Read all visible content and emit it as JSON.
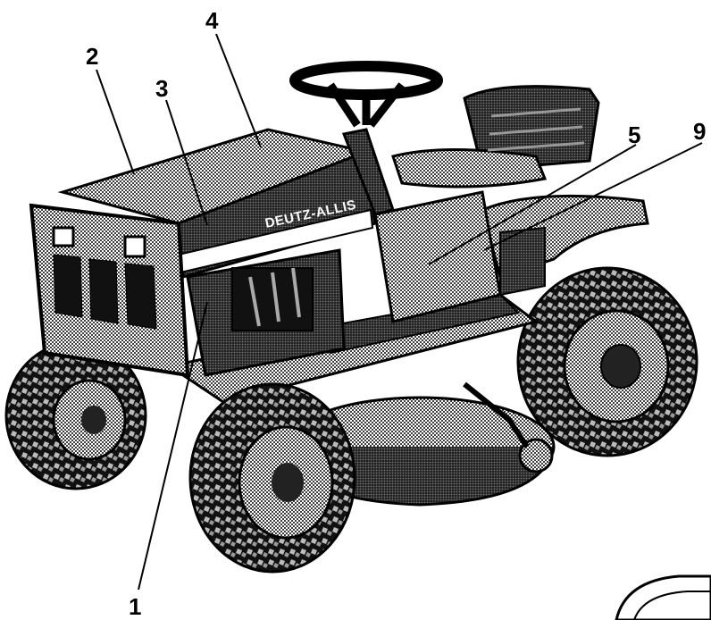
{
  "brand_label": "DEUTZ-ALLIS",
  "callouts": [
    {
      "id": "c1",
      "label": "1"
    },
    {
      "id": "c2",
      "label": "2"
    },
    {
      "id": "c3",
      "label": "3"
    },
    {
      "id": "c4",
      "label": "4"
    },
    {
      "id": "c5",
      "label": "5"
    },
    {
      "id": "c9",
      "label": "9"
    }
  ],
  "colors": {
    "ink": "#000000",
    "paper": "#ffffff",
    "halftone": "#8a8a8a"
  }
}
